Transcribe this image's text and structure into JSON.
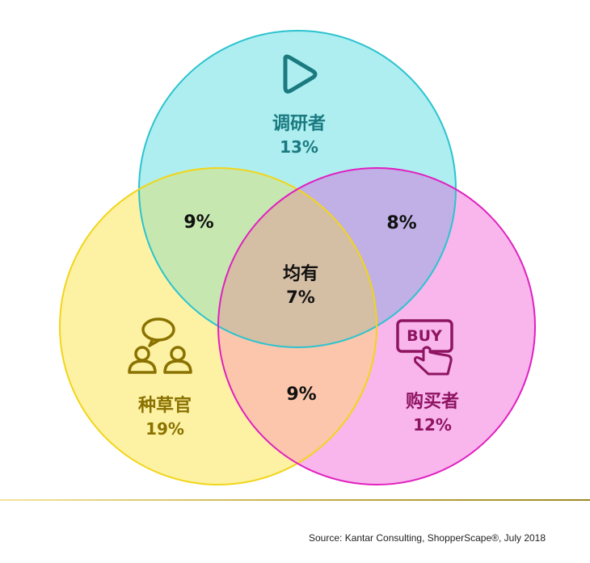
{
  "groups": {
    "researcher": {
      "name": "调研者",
      "pct": "13%",
      "icon": "play-icon",
      "color": "#1a7a80",
      "fill": "#aeeef0",
      "stroke": "#2cc3cf"
    },
    "seeder": {
      "name": "种草官",
      "pct": "19%",
      "icon": "chatting-people-icon",
      "color": "#8a7200",
      "fill": "#fdf2a4",
      "stroke": "#f1d51a"
    },
    "buyer": {
      "name": "购买者",
      "pct": "12%",
      "icon": "buy-hand-icon",
      "color": "#8e1462",
      "fill": "#f8b6ec",
      "stroke": "#e020c0",
      "icon_text": "BUY"
    }
  },
  "overlaps": {
    "researcher_seeder": "9%",
    "researcher_buyer": "8%",
    "seeder_buyer": "9%",
    "all": {
      "name": "均有",
      "pct": "7%"
    }
  },
  "source": "Source: Kantar Consulting, ShopperScape®, July 2018"
}
